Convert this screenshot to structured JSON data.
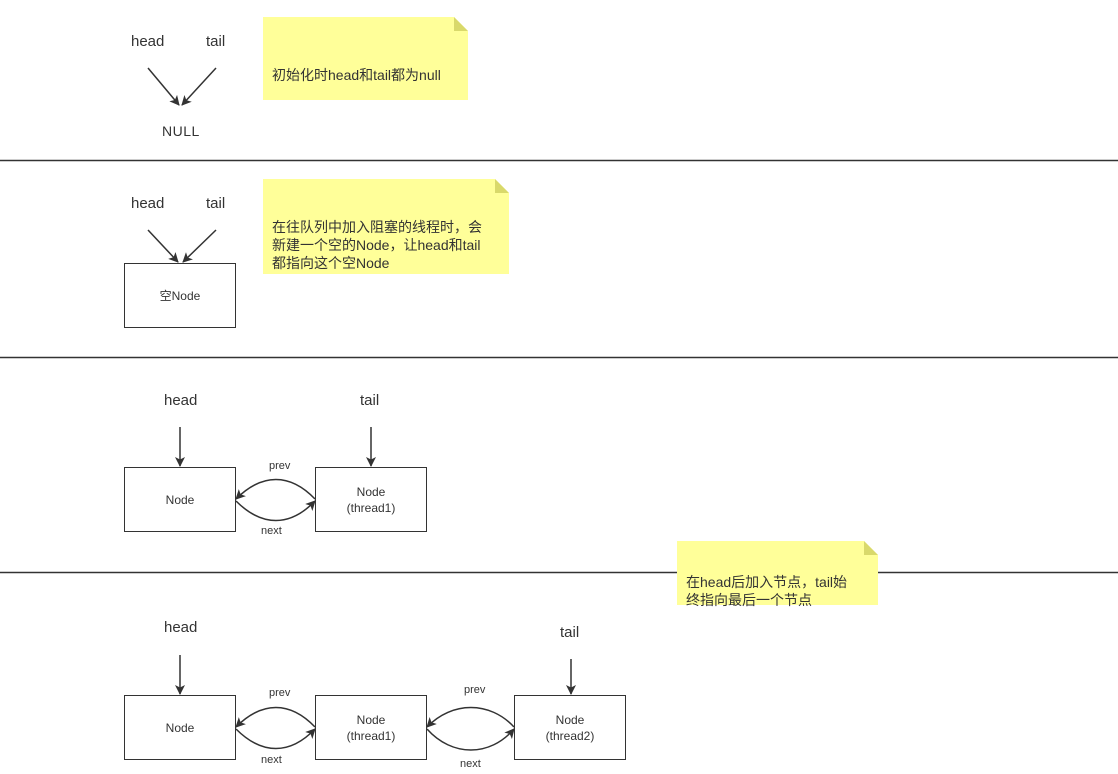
{
  "section1": {
    "head_label": "head",
    "tail_label": "tail",
    "null_label": "NULL",
    "note": "初始化时head和tail都为null"
  },
  "section2": {
    "head_label": "head",
    "tail_label": "tail",
    "empty_node_label": "空Node",
    "note": "在往队列中加入阻塞的线程时，会\n新建一个空的Node，让head和tail\n都指向这个空Node"
  },
  "section3": {
    "head_label": "head",
    "tail_label": "tail",
    "node_label": "Node",
    "thread1_node": {
      "line1": "Node",
      "line2": "(thread1)"
    },
    "prev_label": "prev",
    "next_label": "next"
  },
  "section4": {
    "head_label": "head",
    "tail_label": "tail",
    "node_label": "Node",
    "thread1_node": {
      "line1": "Node",
      "line2": "(thread1)"
    },
    "thread2_node": {
      "line1": "Node",
      "line2": "(thread2)"
    },
    "prev_label_1": "prev",
    "next_label_1": "next",
    "prev_label_2": "prev",
    "next_label_2": "next",
    "note": "在head后加入节点，tail始\n终指向最后一个节点"
  },
  "colors": {
    "stroke": "#333333",
    "note_fill": "#ffff99",
    "note_fold": "#d9d96b",
    "divider": "#333333"
  }
}
